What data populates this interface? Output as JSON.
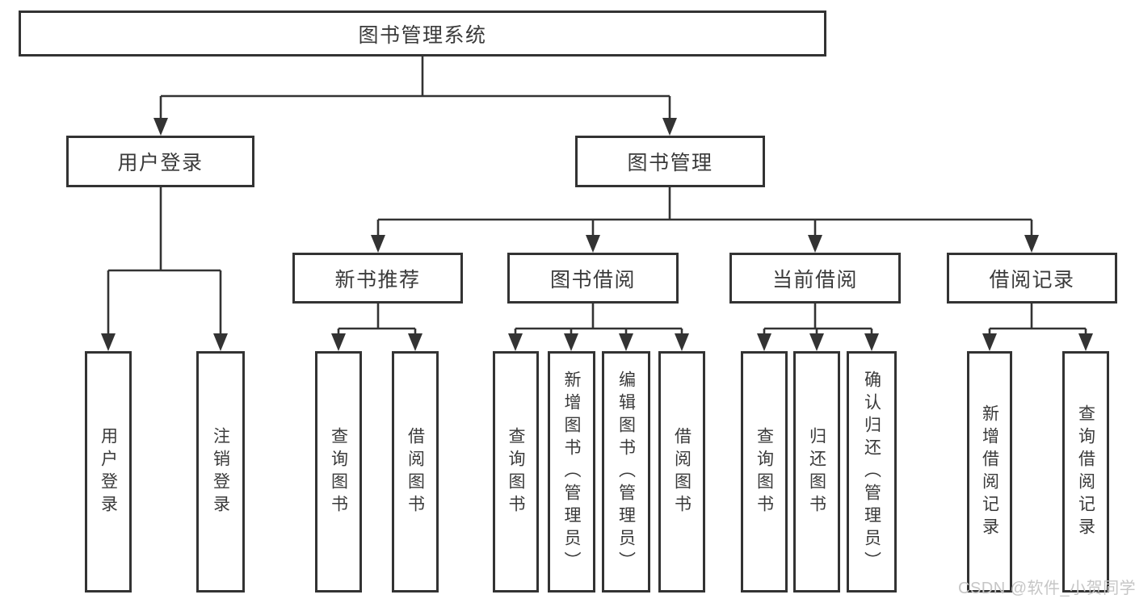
{
  "diagram": {
    "root": {
      "label": "图书管理系统"
    },
    "level1": [
      {
        "key": "user_login",
        "label": "用户登录"
      },
      {
        "key": "book_management",
        "label": "图书管理"
      }
    ],
    "level2": [
      {
        "key": "new_book_recommend",
        "label": "新书推荐"
      },
      {
        "key": "book_borrowing",
        "label": "图书借阅"
      },
      {
        "key": "current_borrowing",
        "label": "当前借阅"
      },
      {
        "key": "borrowing_records",
        "label": "借阅记录"
      }
    ],
    "leaves": {
      "user_login": [
        {
          "label": "用户登录"
        },
        {
          "label": "注销登录"
        }
      ],
      "new_book_recommend": [
        {
          "label": "查询图书"
        },
        {
          "label": "借阅图书"
        }
      ],
      "book_borrowing": [
        {
          "label": "查询图书"
        },
        {
          "label": "新增图书（管理员）"
        },
        {
          "label": "编辑图书（管理员）"
        },
        {
          "label": "借阅图书"
        }
      ],
      "current_borrowing": [
        {
          "label": "查询图书"
        },
        {
          "label": "归还图书"
        },
        {
          "label": "确认归还（管理员）"
        }
      ],
      "borrowing_records": [
        {
          "label": "新增借阅记录"
        },
        {
          "label": "查询借阅记录"
        }
      ]
    }
  },
  "watermark": {
    "text": "CSDN @软件_小贺同学"
  },
  "colors": {
    "line": "#333333",
    "text": "#3a3a3a",
    "background": "#ffffff",
    "watermark": "#c6c6c6"
  }
}
